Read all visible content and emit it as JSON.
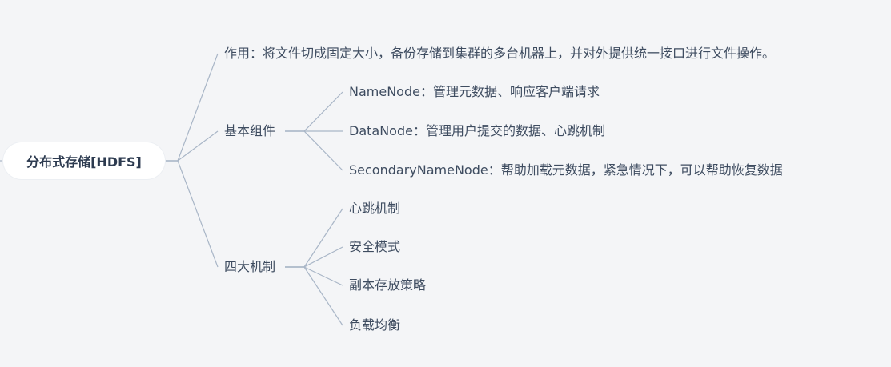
{
  "root": {
    "label": "分布式存储[HDFS]"
  },
  "branches": {
    "purpose": {
      "label": "作用：将文件切成固定大小，备份存储到集群的多台机器上，并对外提供统一接口进行文件操作。"
    },
    "components": {
      "label": "基本组件",
      "children": [
        "NameNode：管理元数据、响应客户端请求",
        "DataNode：管理用户提交的数据、心跳机制",
        "SecondaryNameNode：帮助加载元数据，紧急情况下，可以帮助恢复数据"
      ]
    },
    "mechanisms": {
      "label": "四大机制",
      "children": [
        "心跳机制",
        "安全模式",
        "副本存放策略",
        "负载均衡"
      ]
    }
  },
  "colors": {
    "background": "#f4f5f7",
    "connector": "#a9b6c7",
    "root_fill": "#ffffff",
    "text": "#3e4c60"
  }
}
